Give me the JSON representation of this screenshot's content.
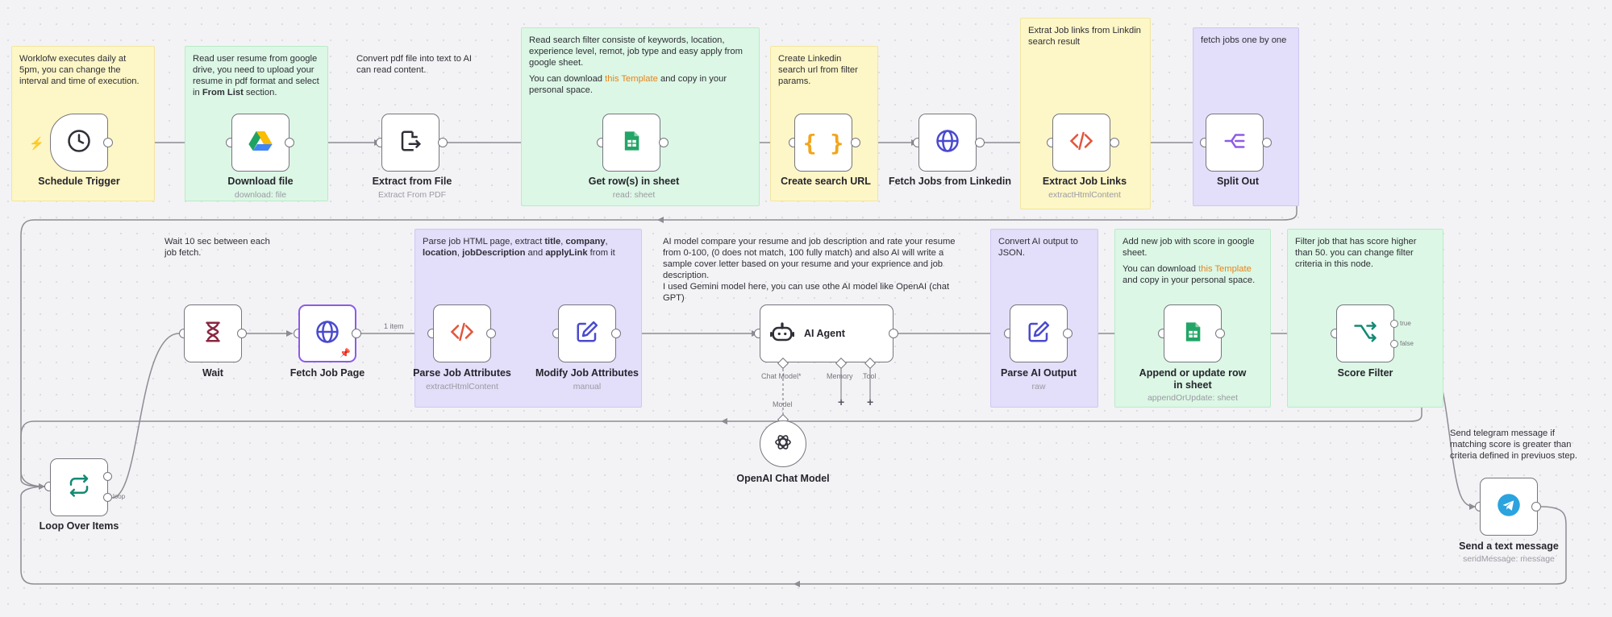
{
  "notes": {
    "schedule": "Worklofw executes daily at 5pm, you can change the interval and time of execution.",
    "download_a": "Read user resume from google drive, you need to upload your resume in pdf format and select in ",
    "download_b": "From List",
    "download_c": " section.",
    "extract": "Convert pdf file into text to AI can read content.",
    "sheet_p1": "Read search filter consiste of keywords, location, experience level, remot, job type and easy apply from google sheet.",
    "sheet_p2a": "You can download ",
    "sheet_p2link": "this Template",
    "sheet_p2b": " and copy in your personal space.",
    "url": "Create Linkedin search url from filter params.",
    "links": "Extrat Job links from Linkdin search result",
    "split": "fetch jobs one by one",
    "wait": "Wait 10 sec between each job fetch.",
    "parse_a": "Parse job HTML page, extract ",
    "parse_title": "title",
    "parse_sep1": ", ",
    "parse_company": "company",
    "parse_sep2": ", ",
    "parse_location": "location",
    "parse_sep3": ", ",
    "parse_desc": "jobDescription",
    "parse_and": " and ",
    "parse_apply": "applyLink",
    "parse_end": " from it",
    "ai_p1": "AI model compare your resume and job description and rate your resume from 0-100, (0 does not match, 100 fully match) and also AI will write a sample cover letter based on your resume and your exprience and job description.",
    "ai_p2": "I used Gemini model here, you can use othe AI model like OpenAI (chat GPT)",
    "parse_ai": "Convert AI output to JSON.",
    "append_p1": "Add new job with score in google sheet.",
    "append_p2a": "You can download ",
    "append_p2link": "this Template",
    "append_p2b": " and copy in your personal space.",
    "filter": "Filter job that has score higher than 50. you can change filter criteria in this node.",
    "telegram": "Send telegram message if matching score is greater than criteria defined in previuos step."
  },
  "nodes": {
    "schedule": {
      "label": "Schedule Trigger",
      "icon": "clock-icon"
    },
    "download": {
      "label": "Download file",
      "sub": "download: file",
      "icon": "google-drive-icon"
    },
    "extract": {
      "label": "Extract from File",
      "sub": "Extract From PDF",
      "icon": "file-export-icon"
    },
    "getrows": {
      "label": "Get row(s) in sheet",
      "sub": "read: sheet",
      "icon": "google-sheets-icon"
    },
    "searchurl": {
      "label": "Create search URL",
      "icon": "curly-braces-icon"
    },
    "fetchjobs": {
      "label": "Fetch Jobs from Linkedin",
      "icon": "globe-icon"
    },
    "extractlinks": {
      "label": "Extract Job Links",
      "sub": "extractHtmlContent",
      "icon": "code-icon"
    },
    "splitout": {
      "label": "Split Out",
      "icon": "split-icon"
    },
    "wait": {
      "label": "Wait",
      "icon": "hourglass-icon"
    },
    "fetchpage": {
      "label": "Fetch Job Page",
      "icon": "globe-icon",
      "items": "1 item"
    },
    "parseattrs": {
      "label": "Parse Job Attributes",
      "sub": "extractHtmlContent",
      "icon": "code-icon"
    },
    "modifyattrs": {
      "label": "Modify Job Attributes",
      "sub": "manual",
      "icon": "pencil-icon"
    },
    "aiagent": {
      "label": "AI Agent",
      "icon": "robot-icon",
      "port_chat": "Chat Model*",
      "port_memory": "Memory",
      "port_tool": "Tool"
    },
    "openai": {
      "label": "OpenAI Chat Model",
      "icon": "openai-icon",
      "model_label": "Model"
    },
    "parseai": {
      "label": "Parse AI Output",
      "sub": "raw",
      "icon": "pencil-icon"
    },
    "append": {
      "label": "Append or update row in sheet",
      "sub": "appendOrUpdate: sheet",
      "icon": "google-sheets-icon"
    },
    "score": {
      "label": "Score Filter",
      "icon": "filter-branch-icon",
      "true_label": "true",
      "false_label": "false"
    },
    "loop": {
      "label": "Loop Over Items",
      "icon": "loop-icon",
      "loop_label": "loop"
    },
    "telegram": {
      "label": "Send a text message",
      "sub": "sendMessage: message",
      "icon": "telegram-icon"
    }
  },
  "colors": {
    "note_yellow": "#fdf6c6",
    "note_green": "#dcf7e5",
    "note_purple": "#e3def9",
    "link_orange": "#e8831a",
    "pinned_purple": "#8d5be7",
    "sheets_green": "#22a566",
    "code_red": "#e2553d",
    "globe_blue": "#4a4ad0",
    "telegram_blue": "#2aa3df"
  },
  "plus_sign": "+"
}
